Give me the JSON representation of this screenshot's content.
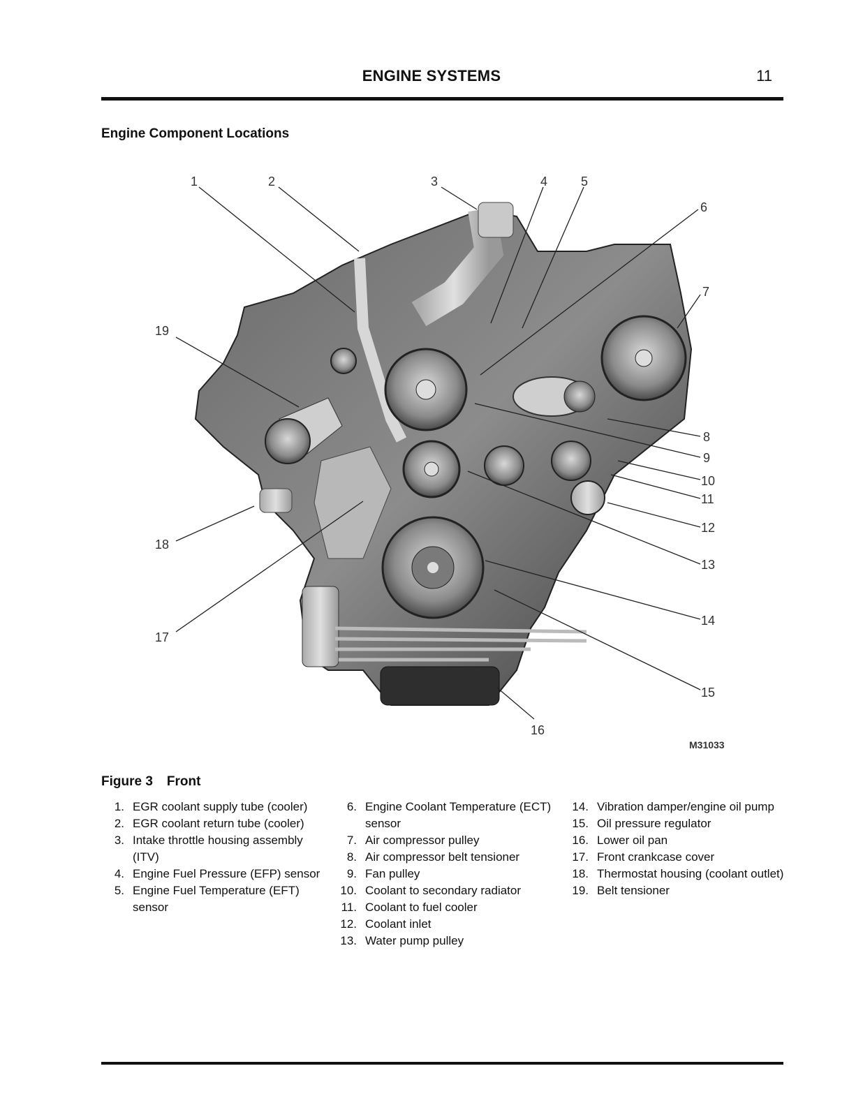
{
  "header": {
    "title": "ENGINE SYSTEMS",
    "page_number": "11"
  },
  "section": {
    "heading": "Engine Component Locations"
  },
  "figure": {
    "code": "M31033",
    "caption_number": "Figure 3",
    "caption_title": "Front",
    "callouts": [
      "1",
      "2",
      "3",
      "4",
      "5",
      "6",
      "7",
      "8",
      "9",
      "10",
      "11",
      "12",
      "13",
      "14",
      "15",
      "16",
      "17",
      "18",
      "19"
    ]
  },
  "legend": {
    "col1": [
      {
        "n": "1.",
        "t": "EGR coolant supply tube (cooler)"
      },
      {
        "n": "2.",
        "t": "EGR coolant return tube (cooler)"
      },
      {
        "n": "3.",
        "t": "Intake throttle housing assembly (ITV)"
      },
      {
        "n": "4.",
        "t": "Engine Fuel Pressure (EFP) sensor"
      },
      {
        "n": "5.",
        "t": "Engine Fuel Temperature (EFT) sensor"
      }
    ],
    "col2": [
      {
        "n": "6.",
        "t": "Engine Coolant Temperature (ECT) sensor"
      },
      {
        "n": "7.",
        "t": "Air compressor pulley"
      },
      {
        "n": "8.",
        "t": "Air compressor belt tensioner"
      },
      {
        "n": "9.",
        "t": "Fan pulley"
      },
      {
        "n": "10.",
        "t": "Coolant to secondary radiator"
      },
      {
        "n": "11.",
        "t": "Coolant to fuel cooler"
      },
      {
        "n": "12.",
        "t": "Coolant inlet"
      },
      {
        "n": "13.",
        "t": "Water pump pulley"
      }
    ],
    "col3": [
      {
        "n": "14.",
        "t": "Vibration damper/engine oil pump"
      },
      {
        "n": "15.",
        "t": "Oil pressure regulator"
      },
      {
        "n": "16.",
        "t": "Lower oil pan"
      },
      {
        "n": "17.",
        "t": "Front crankcase cover"
      },
      {
        "n": "18.",
        "t": "Thermostat housing (coolant outlet)"
      },
      {
        "n": "19.",
        "t": "Belt tensioner"
      }
    ]
  }
}
